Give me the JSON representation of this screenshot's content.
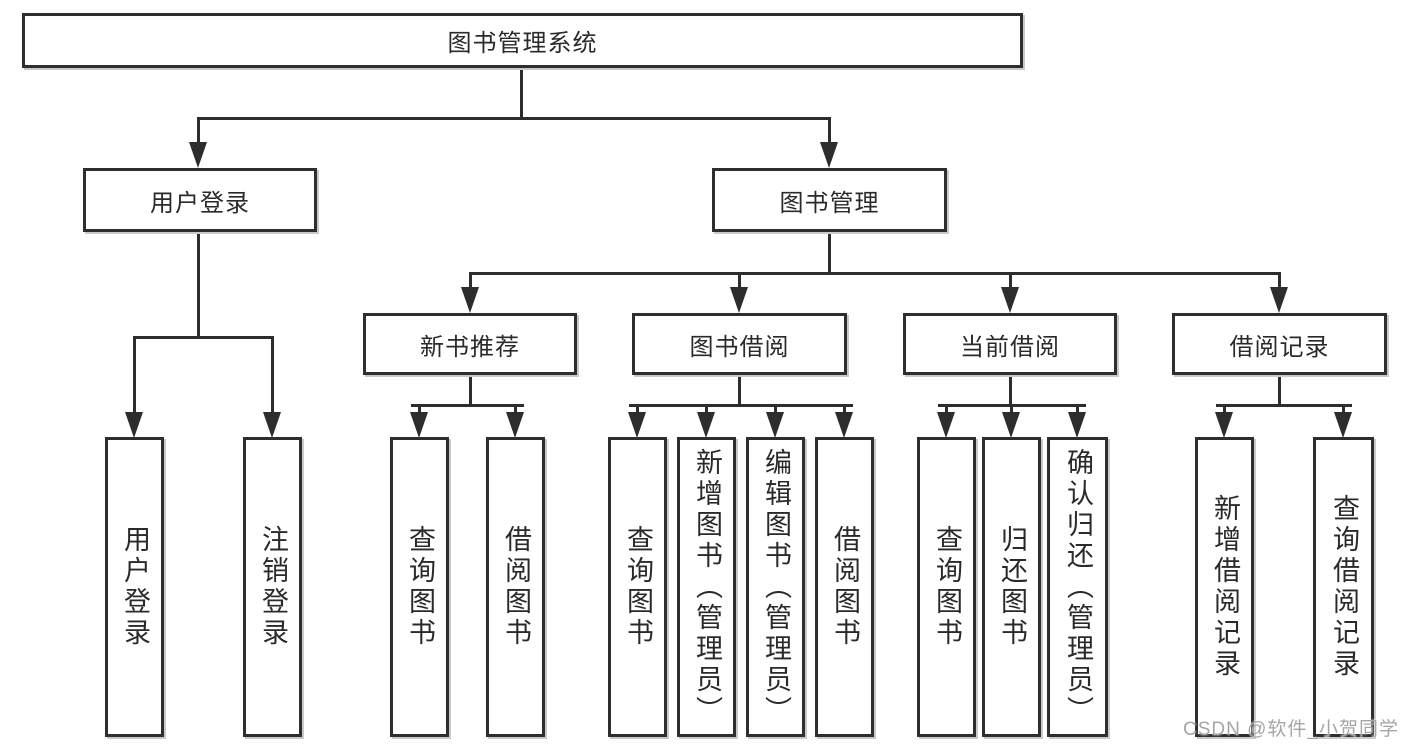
{
  "diagram": {
    "root": "图书管理系统",
    "level2": [
      "用户登录",
      "图书管理"
    ],
    "level3": [
      "新书推荐",
      "图书借阅",
      "当前借阅",
      "借阅记录"
    ],
    "leaves": {
      "user_login": [
        "用户登录",
        "注销登录"
      ],
      "new_book": [
        "查询图书",
        "借阅图书"
      ],
      "book_borrow": [
        "查询图书",
        "新增图书（管理员）",
        "编辑图书（管理员）",
        "借阅图书"
      ],
      "current_borrow": [
        "查询图书",
        "归还图书",
        "确认归还（管理员）"
      ],
      "borrow_record": [
        "新增借阅记录",
        "查询借阅记录"
      ]
    }
  },
  "watermark": {
    "text": "CSDN @软件_小贺同学"
  },
  "colors": {
    "line": "#2d2d2d",
    "box_border": "#2e2e2e",
    "box_fill": "#ffffff",
    "text": "#2a2a2a",
    "watermark": "#a6a6a6"
  }
}
